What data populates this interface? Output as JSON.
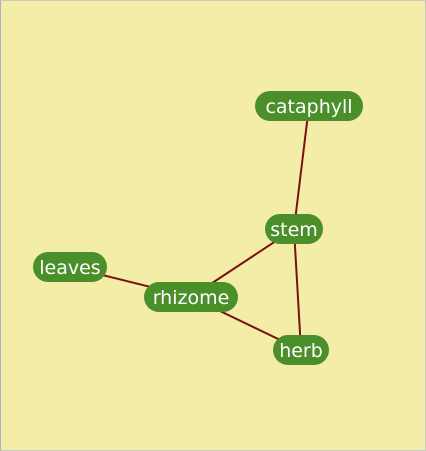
{
  "graph": {
    "colors": {
      "background": "#f4eda7",
      "node_fill": "#4a8f2a",
      "node_text": "#ffffff",
      "edge": "#7a1010"
    },
    "nodes": [
      {
        "id": "cataphyll",
        "label": "cataphyll"
      },
      {
        "id": "stem",
        "label": "stem"
      },
      {
        "id": "leaves",
        "label": "leaves"
      },
      {
        "id": "rhizome",
        "label": "rhizome"
      },
      {
        "id": "herb",
        "label": "herb"
      }
    ],
    "edges": [
      {
        "from": "cataphyll",
        "to": "stem"
      },
      {
        "from": "stem",
        "to": "rhizome"
      },
      {
        "from": "stem",
        "to": "herb"
      },
      {
        "from": "leaves",
        "to": "rhizome"
      },
      {
        "from": "rhizome",
        "to": "herb"
      }
    ]
  }
}
